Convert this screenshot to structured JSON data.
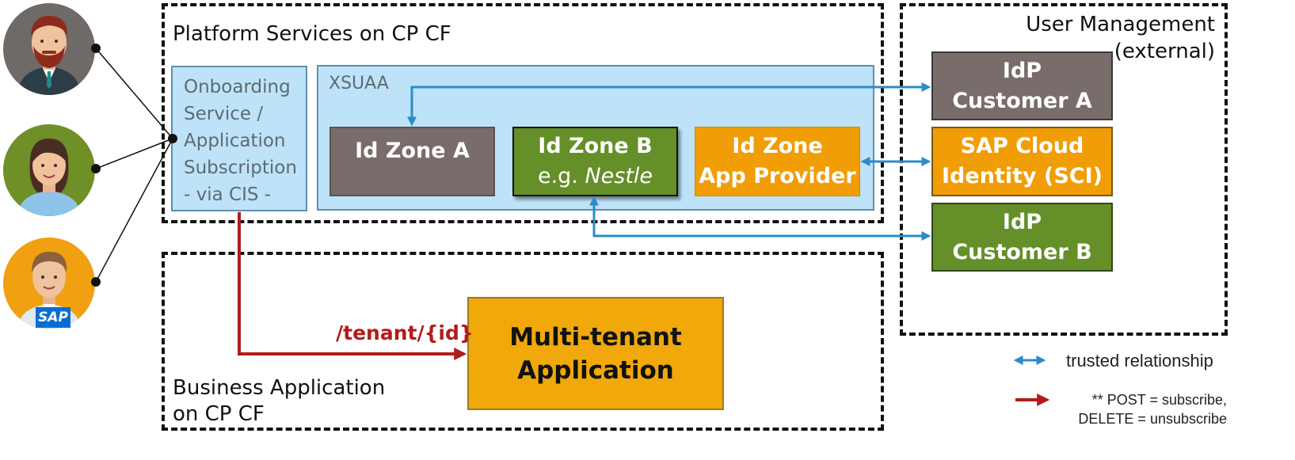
{
  "platform": {
    "title": "Platform Services on CP CF",
    "onboarding_lines": [
      "Onboarding",
      "Service /",
      "Application",
      "Subscription",
      "- via CIS -"
    ],
    "xsuaa_label": "XSUAA",
    "zones": [
      {
        "line1": "Id Zone A",
        "line2": "",
        "line2_italic": ""
      },
      {
        "line1": "Id Zone B",
        "line2": "e.g. ",
        "line2_italic": "Nestle"
      },
      {
        "line1": "Id Zone",
        "line2": "App Provider",
        "line2_italic": ""
      }
    ]
  },
  "user_management": {
    "title_line1": "User Management",
    "title_line2": "(external)",
    "idps": [
      {
        "line1": "IdP",
        "line2": "Customer A"
      },
      {
        "line1": "SAP Cloud",
        "line2": "Identity (SCI)"
      },
      {
        "line1": "IdP",
        "line2": "Customer B"
      }
    ]
  },
  "business": {
    "title_line1": "Business Application",
    "title_line2": "on CP CF",
    "app_line1": "Multi-tenant",
    "app_line2": "Application",
    "endpoint_label": "/tenant/{id}"
  },
  "legend": {
    "trusted": "trusted relationship",
    "post_line1": "** POST = subscribe,",
    "post_line2": "DELETE = unsubscribe"
  },
  "avatar_badge": "SAP",
  "colors": {
    "trusted_arrow": "#2e8bc9",
    "subscribe_arrow": "#b31b1b",
    "zone_grey": "#786d6a",
    "zone_green": "#658f28",
    "zone_orange": "#f19d06",
    "app_box": "#f0a80a",
    "panel_light_blue": "#bee3f8"
  }
}
